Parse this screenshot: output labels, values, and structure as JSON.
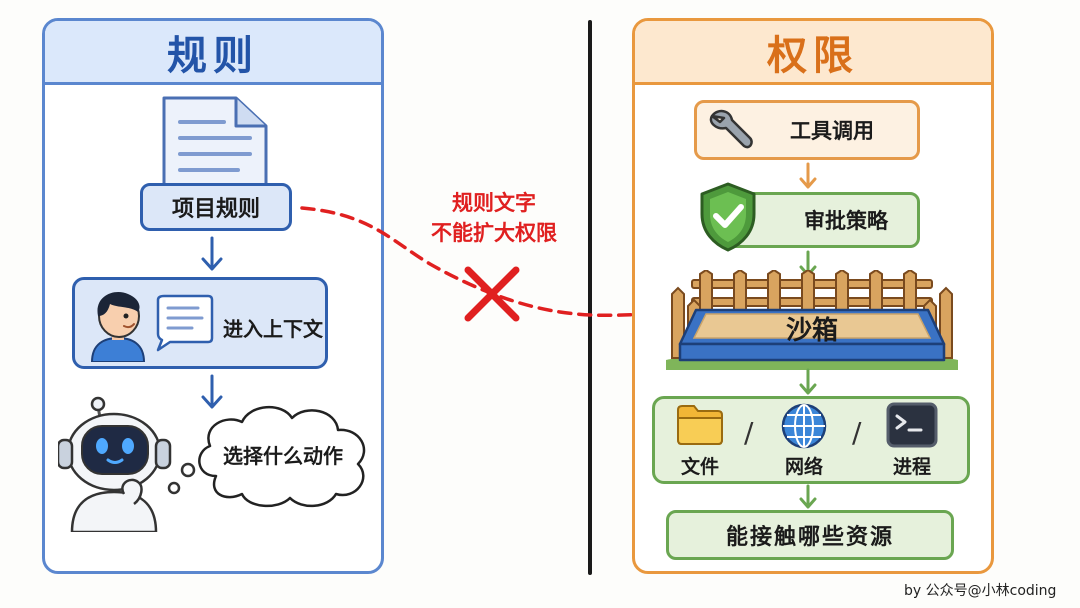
{
  "left": {
    "title": "规则",
    "project_rules": "项目规则",
    "context": "进入上下文",
    "choose_action": "选择什么动作"
  },
  "annotation": {
    "line1": "规则文字",
    "line2": "不能扩大权限"
  },
  "right": {
    "title": "权限",
    "tool_call": "工具调用",
    "approval": "审批策略",
    "sandbox": "沙箱",
    "resources": [
      "文件",
      "网络",
      "进程"
    ],
    "separator": "/",
    "reach": "能接触哪些资源"
  },
  "credit": "by 公众号@小林coding",
  "colors": {
    "blue_accent": "#2354a8",
    "orange_accent": "#d9701a",
    "green_accent": "#6aa651",
    "red_annotation": "#e02020"
  }
}
